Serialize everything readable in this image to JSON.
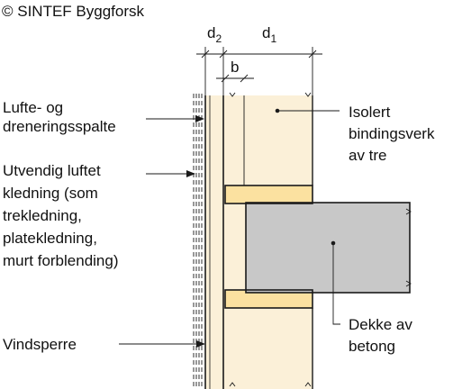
{
  "copyright": "© SINTEF Byggforsk",
  "dimensions": {
    "d2": {
      "base": "d",
      "sub": "2"
    },
    "d1": {
      "base": "d",
      "sub": "1"
    },
    "b": "b"
  },
  "labels": {
    "lufte_line1": "Lufte- og",
    "lufte_line2": "dreneringsspalte",
    "utvendig_line1": "Utvendig luftet",
    "utvendig_line2": "kledning (som",
    "utvendig_line3": "trekledning,",
    "utvendig_line4": "platekledning,",
    "utvendig_line5": "murt forblending)",
    "vindsperre": "Vindsperre",
    "isolert_line1": "Isolert",
    "isolert_line2": "bindingsverk",
    "isolert_line3": "av tre",
    "dekke_line1": "Dekke av",
    "dekke_line2": "betong"
  },
  "colors": {
    "insulation": "#fbf0d8",
    "timber": "#fbe1a0",
    "concrete": "#c8c8c8",
    "outline": "#1a1a1a"
  }
}
